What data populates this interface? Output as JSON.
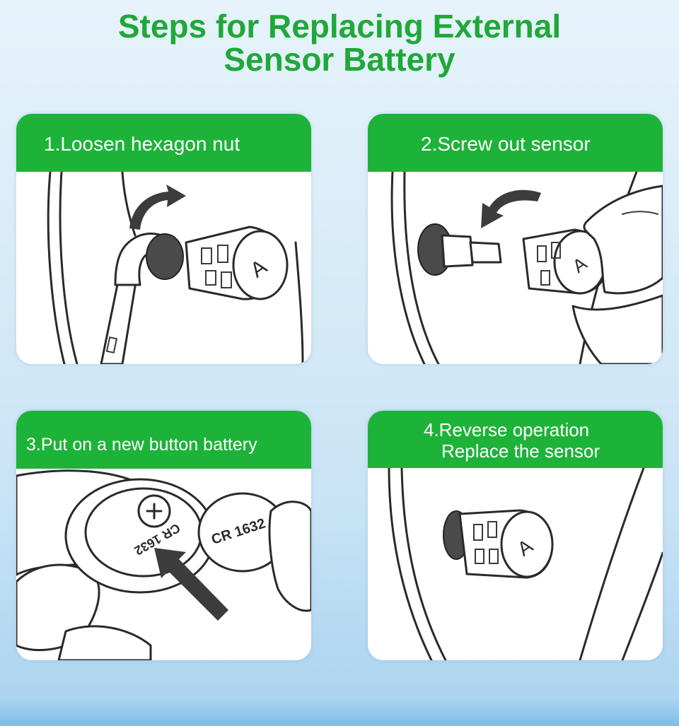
{
  "title": {
    "line1": "Steps for Replacing External",
    "line2": "Sensor Battery"
  },
  "steps": [
    {
      "label": "1.Loosen hexagon nut",
      "sensor_letter": "A"
    },
    {
      "label": "2.Screw out sensor",
      "sensor_letter": "A"
    },
    {
      "label": "3.Put on a new button battery",
      "battery_text": "CR 1632",
      "battery_text_mirrored": "CR 1632"
    },
    {
      "label_line1": "4.Reverse operation",
      "label_line2": "Replace the sensor",
      "sensor_letter": "A"
    }
  ],
  "colors": {
    "title": "#20a838",
    "header_bar": "#1db339",
    "header_text": "#ffffff",
    "background": "#d8ecf8"
  }
}
